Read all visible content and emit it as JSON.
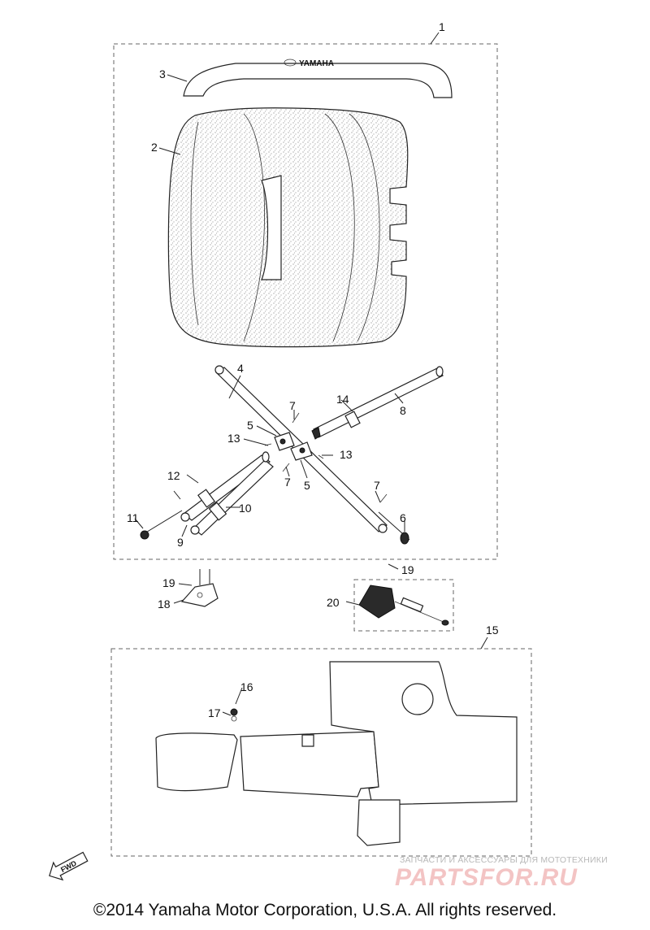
{
  "callouts": [
    "1",
    "2",
    "3",
    "4",
    "5",
    "5",
    "6",
    "7",
    "7",
    "7",
    "8",
    "9",
    "10",
    "11",
    "12",
    "13",
    "13",
    "14",
    "15",
    "16",
    "17",
    "18",
    "19",
    "19",
    "20"
  ],
  "seat_logo": "YAMAHA",
  "fwd_label": "FWD",
  "watermark": {
    "tagline": "ЗАПЧАСТИ И АКСЕССУАРЫ ДЛЯ МОТОТЕХНИКИ",
    "logo": "PARTSFOR.RU"
  },
  "copyright": "©2014 Yamaha Motor Corporation, U.S.A. All rights reserved."
}
